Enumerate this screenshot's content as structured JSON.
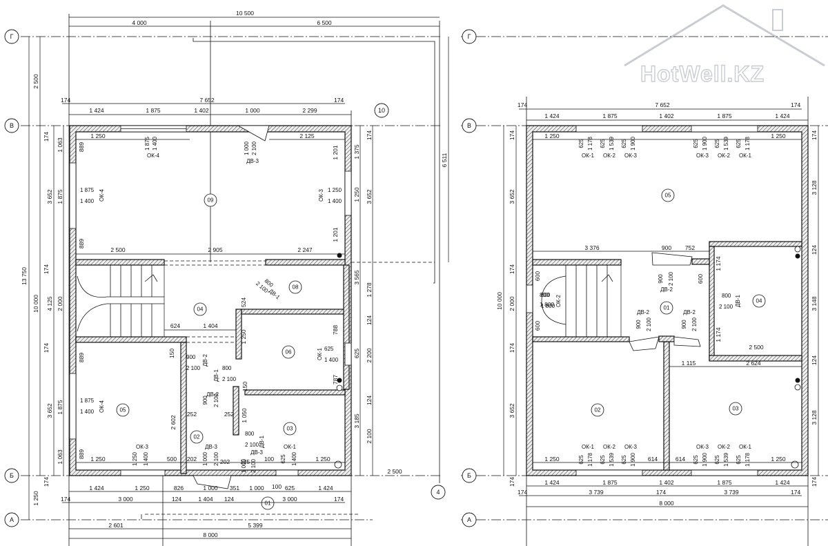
{
  "watermark": {
    "text": "HotWell.KZ"
  },
  "left_plan": {
    "axes": {
      "g": "Г",
      "v": "В",
      "b": "Б",
      "a": "А",
      "ten": "10",
      "four": "4"
    },
    "rooms": [
      "09",
      "04",
      "08",
      "06",
      "05",
      "02",
      "03",
      "01"
    ],
    "dims_top": {
      "total": "10 500",
      "a": "4 000",
      "b": "6 500",
      "c": "7 652",
      "d174a": "174",
      "d174b": "174",
      "s1": "1 424",
      "s2": "1 875",
      "s3": "1 402",
      "s4": "1 000",
      "s5": "2 299"
    },
    "dims_left": {
      "overall": "13 750",
      "d2500": "2 500",
      "d10000": "10 000",
      "d4125": "4 125",
      "d3652a": "3 652",
      "d2000": "2 000",
      "d3652b": "3 652",
      "d1250": "1 250",
      "d1063a": "1 063",
      "d1875a": "1 875",
      "d1875b": "1 875",
      "d1063b": "1 063",
      "d174a": "174",
      "d174b": "174",
      "d174c": "174",
      "d174d": "174"
    },
    "dims_right": {
      "d1375": "1 375",
      "d3652a": "3 652",
      "d1250": "1 250",
      "d3565": "3 565",
      "d1278": "1 278",
      "d124a": "124",
      "d2200": "2 200",
      "d124b": "124",
      "d3185": "3 185",
      "d2100": "2 100",
      "d174": "174",
      "d6511": "6 511",
      "d2500": "2 500"
    },
    "dims_bottom": {
      "s1": "1 424",
      "s2": "1 250",
      "s3": "826",
      "s4": "1 000",
      "s5": "351",
      "s6": "1 000",
      "s7": "100",
      "s8": "625",
      "s9": "1 424",
      "t1": "3 000",
      "t2": "124",
      "t3": "1 404",
      "t4": "124",
      "t5": "3 000",
      "t174a": "174",
      "t174b": "174",
      "u1": "2 601",
      "u2": "5 399",
      "total": "8 000"
    },
    "inner": {
      "i1250a": "1 250",
      "i2125": "2 125",
      "i2500": "2 500",
      "i2905": "2 905",
      "i2247": "2 247",
      "i889a": "889",
      "i889b": "889",
      "i889c": "889",
      "i889d": "889",
      "i1201a": "1 201",
      "i1201b": "1 201",
      "i624": "624",
      "i1404": "1 404",
      "i1250b": "1 250",
      "i500": "500",
      "i202a": "202",
      "i202b": "202",
      "i125": "125",
      "i100": "100",
      "i1250c": "1 250",
      "i788": "788",
      "i787": "787",
      "i625": "625",
      "i524": "524",
      "i150a": "150",
      "i150b": "150",
      "i2602": "2 602",
      "i252a": "252",
      "i252b": "252",
      "i1050": "1 050",
      "i1250d": "1 250"
    },
    "labels": {
      "ok4_top_w": "1 875",
      "ok4_top_h": "1 400",
      "ok4_top": "ОК-4",
      "dv3_w": "1 000",
      "dv3_h": "2 100",
      "dv3": "ДВ-3",
      "ok3_r_w": "1 250",
      "ok3_r_h": "1 400",
      "ok3_r": "ОК-3",
      "ok4_l1_w": "1 875",
      "ok4_l1_h": "1 400",
      "ok4_l1": "ОК-4",
      "ok4_l2_w": "1 875",
      "ok4_l2_h": "1 400",
      "ok4_l2": "ОК-4",
      "dv1_a_w": "800",
      "dv1_a_h": "2 100",
      "dv1_a": "ДВ-1",
      "dv2_a_w": "900",
      "dv2_a_h": "2 100",
      "dv2_a": "ДВ-2",
      "dv1_b_w": "800",
      "dv1_b_h": "2 100",
      "dv1_b": "ДВ-1",
      "dv2_b_w": "900",
      "dv2_b_h": "2 100",
      "dv2_b": "ДВ-2",
      "ok1_r_w": "625",
      "ok1_r_h": "1 400",
      "ok1_r": "ОК-1",
      "ok3_b_w": "1 250",
      "ok3_b_h": "1 400",
      "ok3_b": "ОК-3",
      "dv3_b_w": "1 000",
      "dv3_b_h": "2 100",
      "dv3_b": "ДВ-3",
      "dv3_c_w": "1 000",
      "dv3_c_h": "2 100",
      "dv3_c": "ДВ-3",
      "dv1_c_w": "800",
      "dv1_c_h": "2 100",
      "dv1_c": "ДВ-1",
      "ok1_b_w": "625",
      "ok1_b_h": "1 400",
      "ok1_b": "ОК-1"
    }
  },
  "right_plan": {
    "axes": {
      "g": "Г",
      "v": "В",
      "b": "Б",
      "a": "А"
    },
    "rooms": [
      "05",
      "01",
      "04",
      "02",
      "03"
    ],
    "dims_top": {
      "total": "7 652",
      "d174a": "174",
      "d174b": "174",
      "s1": "1 424",
      "s2": "1 875",
      "s3": "1 402",
      "s4": "1 875",
      "s5": "1 424"
    },
    "dims_left": {
      "d10000": "10 000",
      "d3652a": "3 652",
      "d2000": "2 000",
      "d3652b": "3 652",
      "d174a": "174",
      "d174b": "174",
      "d174c": "174",
      "d174d": "174"
    },
    "dims_right": {
      "d3128a": "3 128",
      "d124a": "124",
      "d3148": "3 148",
      "d124b": "124",
      "d3128b": "3 128",
      "d174a": "174",
      "d174b": "174"
    },
    "dims_bottom": {
      "s1": "1 424",
      "s2": "1 875",
      "s3": "1 402",
      "s4": "1 875",
      "s5": "1 424",
      "t1": "3 739",
      "t174a": "174",
      "t174b": "174",
      "t174c": "174",
      "t2": "3 739",
      "total": "8 000"
    },
    "inner": {
      "i1250a": "1 250",
      "i1250b": "1 250",
      "i3376": "3 376",
      "i900": "900",
      "i752": "752",
      "i600a": "600",
      "i600b": "600",
      "i600c": "600",
      "i1174a": "1 174",
      "i1174b": "1 174",
      "i1800": "1 800",
      "i2500": "2 500",
      "i1115": "1 115",
      "i2624": "2 624",
      "i1250c": "1 250",
      "i614a": "614",
      "i614b": "614",
      "i1250d": "1 250",
      "i800": "800"
    },
    "labels": {
      "t_ok1_w": "625",
      "t_ok1_h": "1 178",
      "t_ok1": "ОК-1",
      "t_ok2_w": "625",
      "t_ok2_h": "1 539",
      "t_ok2": "ОК-2",
      "t_ok3_w": "625",
      "t_ok3_h": "1 900",
      "t_ok3": "ОК-3",
      "t2_ok3_w": "625",
      "t2_ok3_h": "1 900",
      "t2_ok3": "ОК-3",
      "t2_ok2_w": "625",
      "t2_ok2_h": "1 539",
      "t2_ok2": "ОК-2",
      "t2_ok1_w": "625",
      "t2_ok1_h": "1 178",
      "t2_ok1": "ОК-1",
      "ok2_l_w": "800",
      "ok2_l_h": "1 800",
      "ok2_l": "ОК-2",
      "dv2_a_w": "900",
      "dv2_a_h": "2 100",
      "dv2_a": "ДВ-2",
      "dv2_b_w": "900",
      "dv2_b_h": "2 100",
      "dv2_b": "ДВ-2",
      "dv2_c_w": "900",
      "dv2_c_h": "2 100",
      "dv2_c": "ДВ-2",
      "dv1_w": "800",
      "dv1_h": "2 100",
      "dv1": "ДВ-1",
      "b_ok1_w": "625",
      "b_ok1_h": "1 178",
      "b_ok1": "ОК-1",
      "b_ok2_w": "625",
      "b_ok2_h": "1 539",
      "b_ok2": "ОК-2",
      "b_ok3_w": "625",
      "b_ok3_h": "1 900",
      "b_ok3": "ОК-3",
      "b2_ok3_w": "625",
      "b2_ok3_h": "1 900",
      "b2_ok3": "ОК-3",
      "b2_ok2_w": "625",
      "b2_ok2_h": "1 539",
      "b2_ok2": "ОК-2",
      "b2_ok1_w": "625",
      "b2_ok1_h": "1 178",
      "b2_ok1": "ОК-1"
    }
  }
}
